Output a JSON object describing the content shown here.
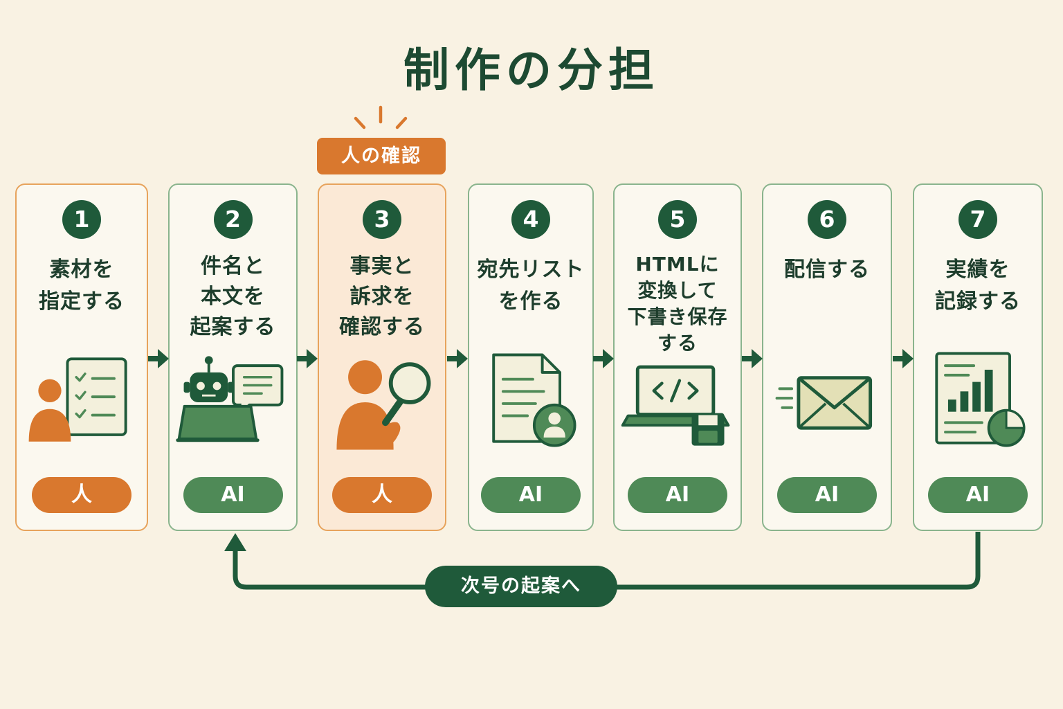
{
  "title": "制作の分担",
  "review_label": "人の確認",
  "steps": [
    {
      "number": "1",
      "label": "素材を\n指定する",
      "badge": "人",
      "actor": "human",
      "icon": "person-checklist-icon"
    },
    {
      "number": "2",
      "label": "件名と\n本文を\n起案する",
      "badge": "AI",
      "actor": "ai",
      "icon": "robot-chat-icon"
    },
    {
      "number": "3",
      "label": "事実と\n訴求を\n確認する",
      "badge": "人",
      "actor": "human",
      "icon": "person-magnifier-icon"
    },
    {
      "number": "4",
      "label": "宛先リスト\nを作る",
      "badge": "AI",
      "actor": "ai",
      "icon": "document-contact-icon"
    },
    {
      "number": "5",
      "label": "HTMLに\n変換して\n下書き保存\nする",
      "badge": "AI",
      "actor": "ai",
      "icon": "laptop-code-save-icon"
    },
    {
      "number": "6",
      "label": "配信する",
      "badge": "AI",
      "actor": "ai",
      "icon": "envelope-send-icon"
    },
    {
      "number": "7",
      "label": "実績を\n記録する",
      "badge": "AI",
      "actor": "ai",
      "icon": "report-chart-icon"
    }
  ],
  "loop_label": "次号の起案へ",
  "colors": {
    "background": "#f9f2e3",
    "dark_green": "#1f5a3a",
    "ai_green": "#4f8a57",
    "human_orange": "#d9782e",
    "card_border": "#8ab48d",
    "review_fill": "#fbe9d6"
  }
}
